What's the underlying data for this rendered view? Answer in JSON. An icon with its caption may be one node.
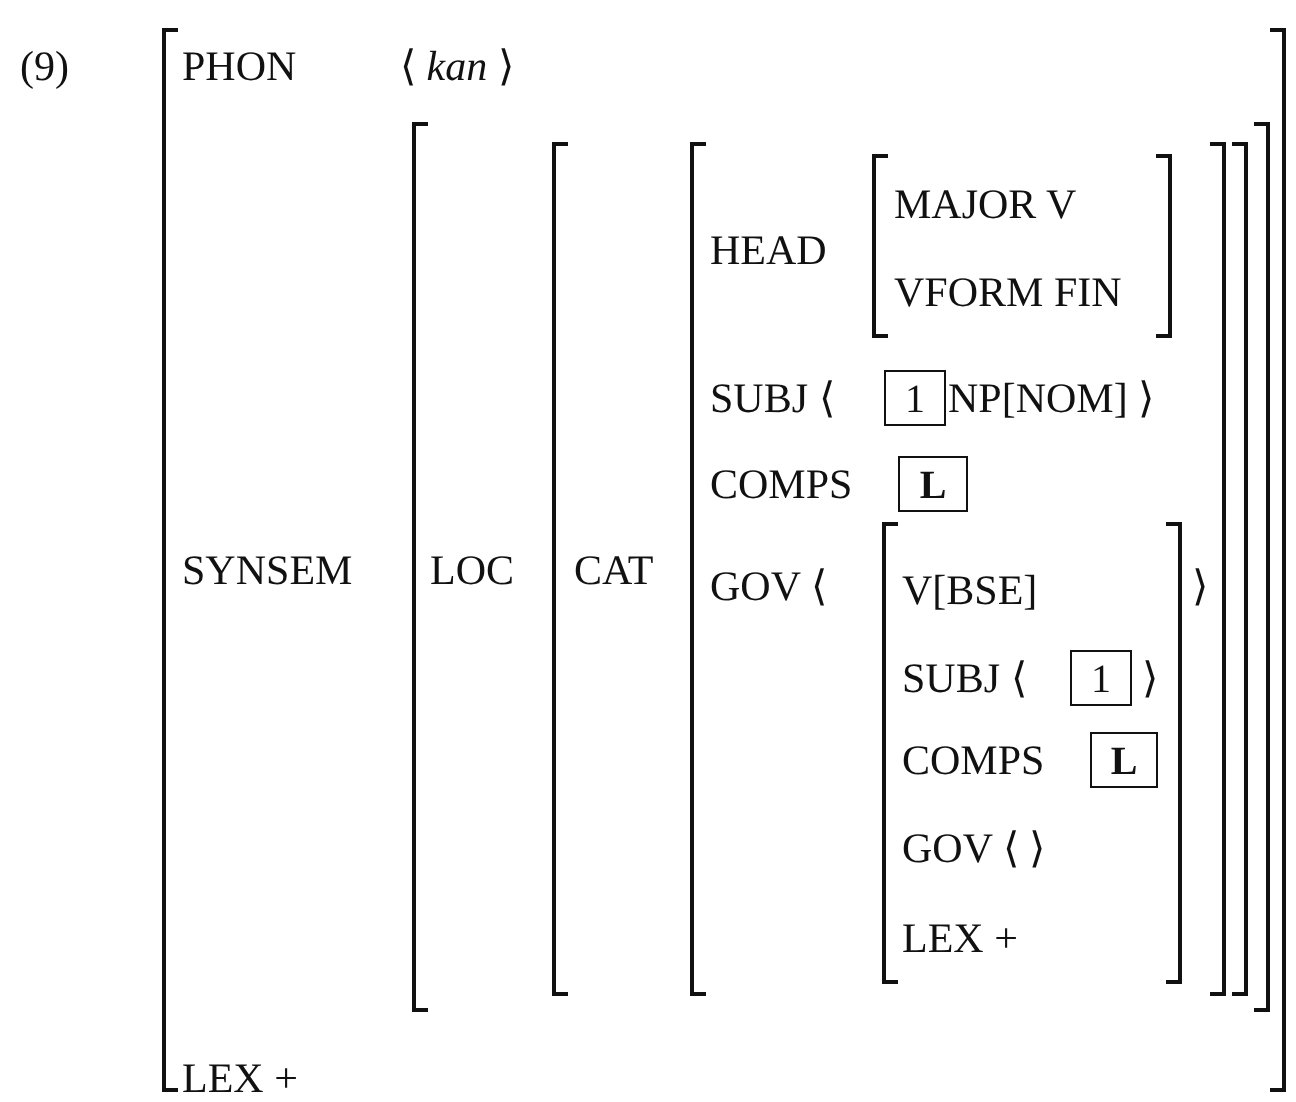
{
  "diagram": {
    "labels": [
      "(9)",
      "PHON",
      "⟨ *kan* ⟩",
      "HEAD",
      "MAJOR V",
      "VFORM FIN",
      "SUBJ ⟨",
      "1",
      "NP[NOM] ⟩",
      "COMPS",
      "L",
      "SYNSEM",
      "LOC",
      "CAT",
      "GOV ⟨",
      "V[BSE]",
      "⟩",
      "SUBJ ⟨",
      "1",
      "⟩",
      "COMPS",
      "L",
      "GOV ⟨ ⟩",
      "LEX +",
      "LEX +"
    ]
  }
}
